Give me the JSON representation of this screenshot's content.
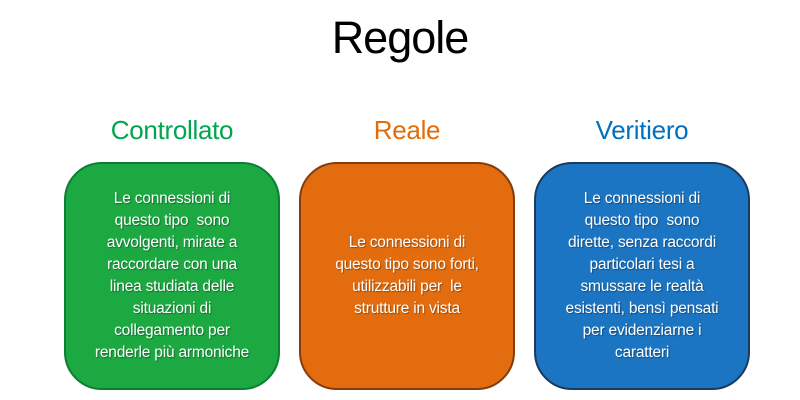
{
  "page": {
    "title": "Regole",
    "background_color": "#ffffff",
    "title_color": "#000000"
  },
  "columns": [
    {
      "id": "controllato",
      "heading": "Controllato",
      "heading_color": "#00A64F",
      "box_fill": "#1CA942",
      "box_border": "#0B7E33",
      "body": "Le connessioni di\nquesto tipo  sono\navvolgenti, mirate a\nraccordare con una\nlinea studiata delle\nsituazioni di\ncollegamento per\nrenderle più armoniche"
    },
    {
      "id": "reale",
      "heading": "Reale",
      "heading_color": "#E36C0A",
      "box_fill": "#E36D0E",
      "box_border": "#843C0C",
      "body": "Le connessioni di\nquesto tipo sono forti,\nutilizzabili per  le\nstrutture in vista"
    },
    {
      "id": "veritiero",
      "heading": "Veritiero",
      "heading_color": "#0070C0",
      "box_fill": "#1B75C2",
      "box_border": "#1B3A5E",
      "body": "Le connessioni di\nquesto tipo  sono\ndirette, senza raccordi\nparticolari tesi a\nsmussare le realtà\nesistenti, bensì pensati\nper evidenziarne i\ncaratteri"
    }
  ]
}
